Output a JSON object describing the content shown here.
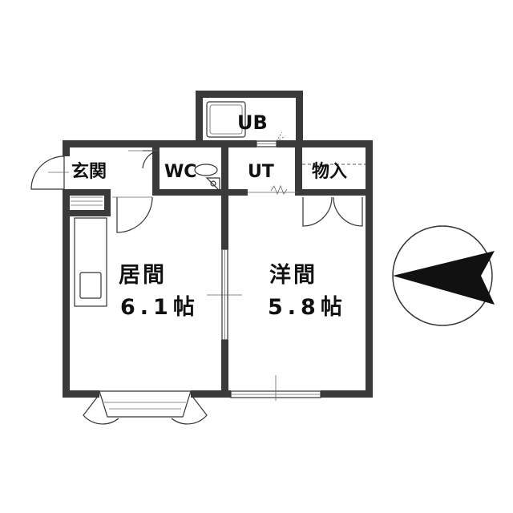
{
  "plan": {
    "rooms": {
      "ub": "UB",
      "genkan": "玄関",
      "wc": "WC",
      "ut": "UT",
      "storage": "物入",
      "living_name": "居間",
      "living_size": "6.1帖",
      "western_name": "洋間",
      "western_size": "5.8帖"
    },
    "compass": {
      "direction": "north-arrow-pointing-left"
    },
    "colors": {
      "wall": "#3a3a3a",
      "background": "#ffffff",
      "line": "#333333"
    }
  }
}
